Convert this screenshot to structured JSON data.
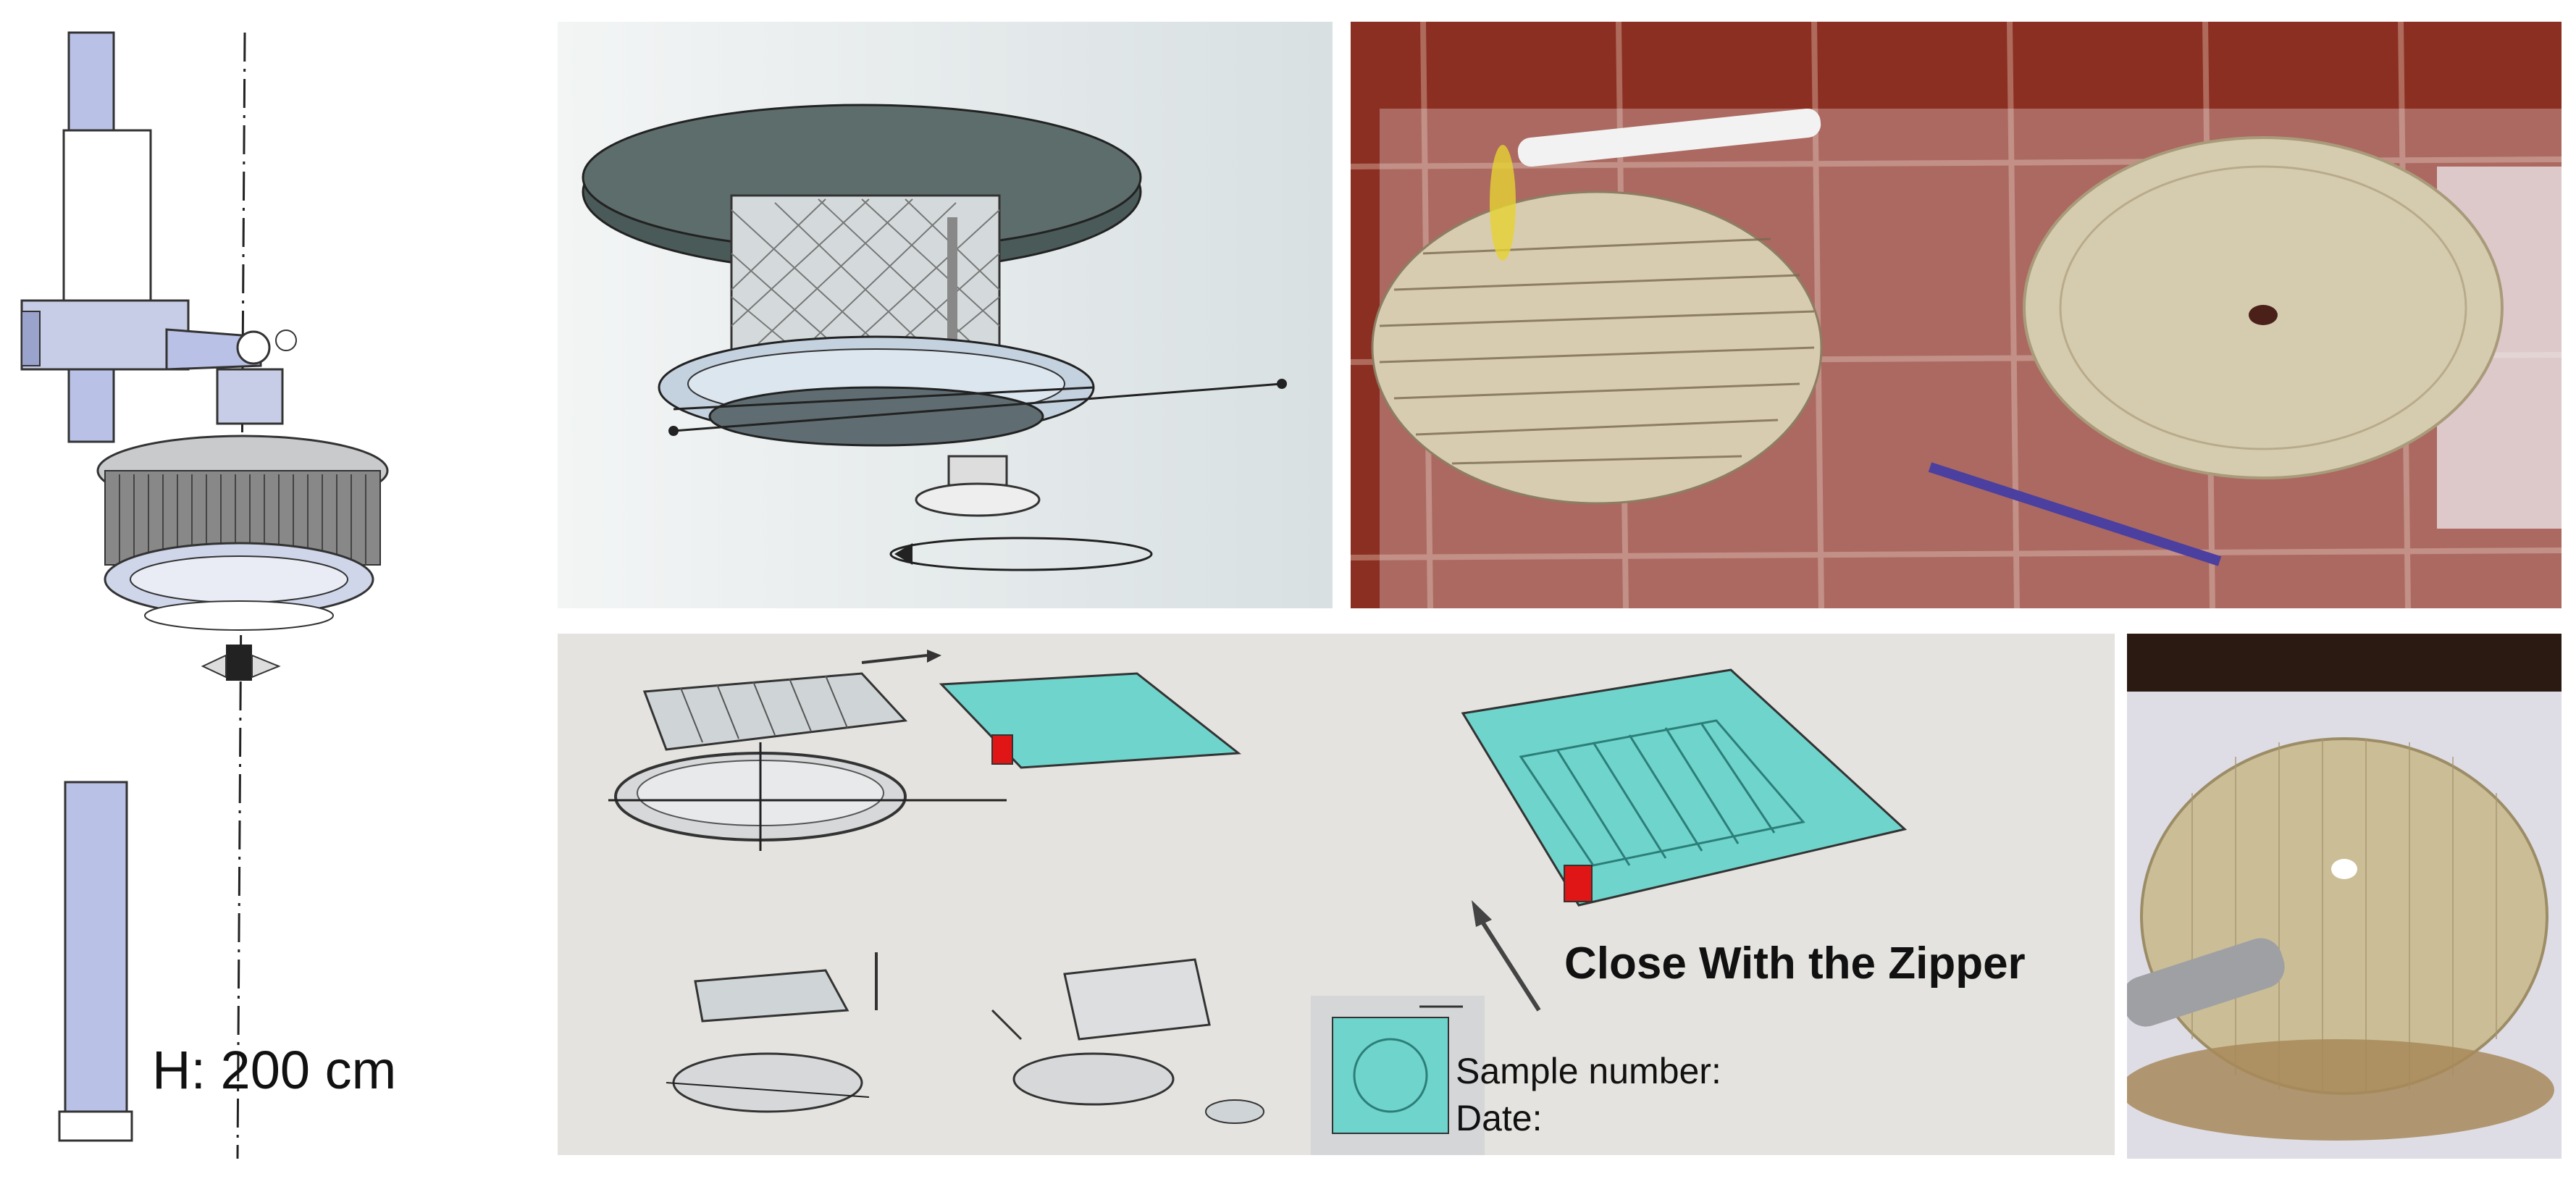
{
  "height_label": "H: 200 cm",
  "zipper_caption": "Close With the Zipper",
  "sample_number_label": "Sample number:",
  "date_label": "Date:",
  "colors": {
    "cad_background": "#e8edee",
    "diagram_background": "#e4e3df",
    "bag_teal": "#6fd4cc",
    "zipper_red": "#e01515",
    "tile_red": "#8a2f22",
    "filter_beige": "#d8ccb0",
    "pole_blue": "#b9c2e6"
  }
}
